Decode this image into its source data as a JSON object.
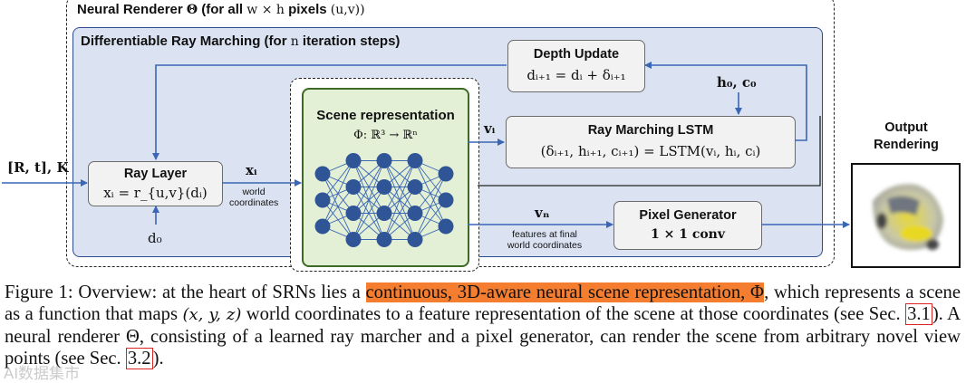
{
  "outer": {
    "title_bold": "Neural Renderer ",
    "title_theta": "Θ",
    "title_rest": " (for all ",
    "title_wh": "w × h",
    "title_pixels": " pixels ",
    "title_uv": "(u,v))"
  },
  "drm": {
    "title": "Differentiable Ray Marching (for ",
    "title_n": "n",
    "title_end": " iteration steps)"
  },
  "depth_update": {
    "title": "Depth Update",
    "equation": "dᵢ₊₁ = dᵢ + δᵢ₊₁"
  },
  "lstm": {
    "title": "Ray Marching LSTM",
    "equation": "(δᵢ₊₁, hᵢ₊₁, cᵢ₊₁) = LSTM(vᵢ, hᵢ, cᵢ)",
    "state_label": "h₀, c₀"
  },
  "ray_layer": {
    "title": "Ray Layer",
    "equation": "xᵢ = r_{u,v}(dᵢ)",
    "input_d0": "d₀"
  },
  "scene": {
    "title": "Scene representation",
    "equation": "Φ: ℝ³ → ℝⁿ"
  },
  "pixel_generator": {
    "title": "Pixel Generator",
    "equation": "1 × 1 conv"
  },
  "labels": {
    "input": "[R, t], K",
    "xi": "xᵢ",
    "xi_note_1": "world",
    "xi_note_2": "coordinates",
    "vi": "vᵢ",
    "vn": "vₙ",
    "vn_note_1": "features at final",
    "vn_note_2": "world coordinates"
  },
  "output": {
    "title_1": "Output",
    "title_2": "Rendering"
  },
  "caption": {
    "part1": "Figure 1: Overview: at the heart of SRNs lies a ",
    "highlight": "continuous, 3D-aware neural scene representation, Φ",
    "part2": ", which represents a scene as a function that maps ",
    "math": "(x, y, z)",
    "part3": " world coordinates to a feature representation of the scene at those coordinates (see Sec. ",
    "ref1": "3.1",
    "part4": "). A neural renderer Θ, consisting of a learned ray marcher and a pixel generator, can render the scene from arbitrary novel view points (see Sec. ",
    "ref2": "3.2",
    "part5": ")."
  },
  "watermark": "AI数据集市",
  "colors": {
    "arrow": "#3a66b4",
    "drm_fill": "#dbe3f3",
    "scene_fill": "#e3f0d6",
    "node": "#2f5596",
    "highlight": "#f47d30"
  }
}
